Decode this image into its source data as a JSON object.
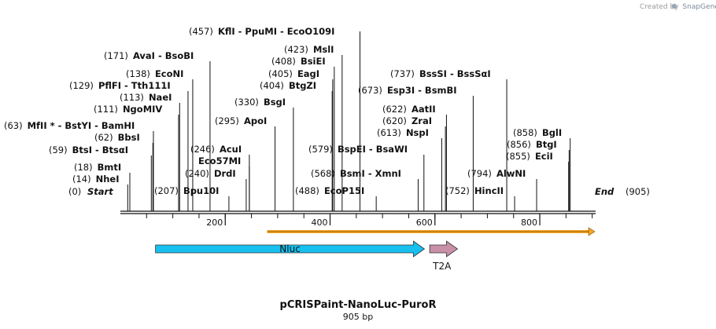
{
  "credit": {
    "text": "Created by",
    "brand": "SnapGene"
  },
  "plasmid": {
    "name": "pCRISPaint-NanoLuc-PuroR",
    "length_label": "905 bp",
    "length": 905
  },
  "ends": {
    "start_pos": "(0)",
    "start_label": "Start",
    "end_label": "End",
    "end_pos": "(905)"
  },
  "axis": {
    "ticks": [
      200,
      400,
      600,
      800
    ],
    "minor_step": 50
  },
  "sites": [
    {
      "pos": 14,
      "pos_label": "(14)",
      "name": "NheI"
    },
    {
      "pos": 18,
      "pos_label": "(18)",
      "name": "BmtI"
    },
    {
      "pos": 59,
      "pos_label": "(59)",
      "name": "BtsI  -  BtsαI"
    },
    {
      "pos": 62,
      "pos_label": "(62)",
      "name": "BbsI"
    },
    {
      "pos": 63,
      "pos_label": "(63)",
      "name": "MfII *  - BstYI  - BamHI"
    },
    {
      "pos": 111,
      "pos_label": "(111)",
      "name": "NgoMIV"
    },
    {
      "pos": 113,
      "pos_label": "(113)",
      "name": "NaeI"
    },
    {
      "pos": 129,
      "pos_label": "(129)",
      "name": "PflFI  - Tth111I"
    },
    {
      "pos": 138,
      "pos_label": "(138)",
      "name": "EcoNI"
    },
    {
      "pos": 171,
      "pos_label": "(171)",
      "name": "AvaI   - BsoBI"
    },
    {
      "pos": 207,
      "pos_label": "(207)",
      "name": "Bpu10I"
    },
    {
      "pos": 240,
      "pos_label": "(240)",
      "name": "DrdI"
    },
    {
      "pos": 246,
      "pos_label": "",
      "name": "Eco57MI"
    },
    {
      "pos": 246,
      "pos_label": "(246)",
      "name": "AcuI"
    },
    {
      "pos": 295,
      "pos_label": "(295)",
      "name": "ApoI"
    },
    {
      "pos": 330,
      "pos_label": "(330)",
      "name": "BsgI"
    },
    {
      "pos": 404,
      "pos_label": "(404)",
      "name": "BtgZI"
    },
    {
      "pos": 405,
      "pos_label": "(405)",
      "name": "EagI"
    },
    {
      "pos": 408,
      "pos_label": "(408)",
      "name": "BsiEI"
    },
    {
      "pos": 423,
      "pos_label": "(423)",
      "name": "MslI"
    },
    {
      "pos": 457,
      "pos_label": "(457)",
      "name": "KflI   - PpuMI   - EcoO109I"
    },
    {
      "pos": 488,
      "pos_label": "(488)",
      "name": "EcoP15I"
    },
    {
      "pos": 568,
      "pos_label": "(568)",
      "name": "BsmI   - XmnI"
    },
    {
      "pos": 579,
      "pos_label": "(579)",
      "name": "BspEI   - BsaWI"
    },
    {
      "pos": 613,
      "pos_label": "(613)",
      "name": "NspI"
    },
    {
      "pos": 620,
      "pos_label": "(620)",
      "name": "ZraI"
    },
    {
      "pos": 622,
      "pos_label": "(622)",
      "name": "AatII"
    },
    {
      "pos": 673,
      "pos_label": "(673)",
      "name": "Esp3I   - BsmBI"
    },
    {
      "pos": 737,
      "pos_label": "(737)",
      "name": "BssSI   - BssSαI"
    },
    {
      "pos": 752,
      "pos_label": "(752)",
      "name": "HincII"
    },
    {
      "pos": 794,
      "pos_label": "(794)",
      "name": "AlwNI"
    },
    {
      "pos": 855,
      "pos_label": "(855)",
      "name": "EciI"
    },
    {
      "pos": 856,
      "pos_label": "(856)",
      "name": "BtgI"
    },
    {
      "pos": 858,
      "pos_label": "(858)",
      "name": "BglI"
    }
  ],
  "features": [
    {
      "name": "Nluc",
      "start": 67,
      "end": 580,
      "color": "#17c0ef",
      "label_inside": true
    },
    {
      "name": "T2A",
      "start": 590,
      "end": 643,
      "color": "#c990a8",
      "label_inside": false
    }
  ],
  "orf": {
    "start": 280,
    "end": 905,
    "color": "#f6a724"
  },
  "colors": {
    "backbone": "#111111",
    "site_line": "#111111"
  }
}
